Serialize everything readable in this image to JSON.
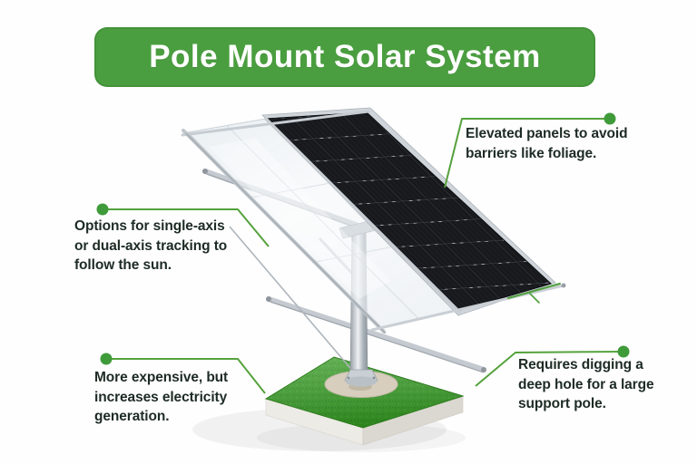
{
  "banner": {
    "label": "Pole Mount Solar System"
  },
  "callouts": {
    "elevated": {
      "lines": [
        "Elevated panels to avoid",
        "barriers like foliage."
      ]
    },
    "tracking": {
      "lines": [
        "Options for single-axis",
        "or dual-axis tracking to",
        "follow the sun."
      ]
    },
    "expensive": {
      "lines": [
        "More expensive, but",
        "increases electricity",
        "generation."
      ]
    },
    "digging": {
      "lines": [
        "Requires digging a",
        "deep hole for a large",
        "support pole."
      ]
    }
  },
  "illustration": {
    "alt": "Pole-mounted solar array: one glass panel and one black photovoltaic panel tilted on a steel pole anchored in a concrete block topped with grass"
  },
  "colors": {
    "banner_green": "#4a9e3f",
    "accent_line": "#55a23d",
    "accent_dot": "#3f9b3a",
    "text_dark": "#1e2b25",
    "panel_black": "#17191d",
    "metal_silver": "#c3c9cf",
    "grass_green": "#3a9c28",
    "concrete": "#e9e6df",
    "sand": "#d6cdbc",
    "title_text": "#ffffff"
  }
}
